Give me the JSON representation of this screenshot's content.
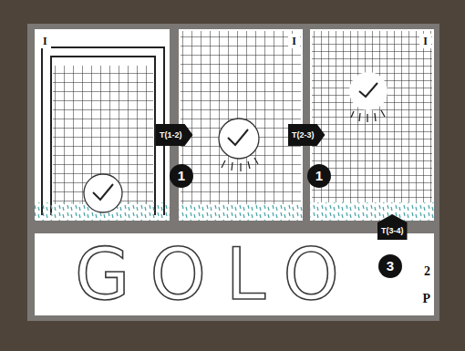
{
  "diagram": {
    "nodes": [
      {
        "text": [
          "I"
        ]
      },
      {
        "text": [
          "I"
        ]
      },
      {
        "text": [
          "I"
        ]
      },
      {
        "text": [
          "GOLO",
          "2",
          "P"
        ]
      }
    ],
    "edges": [
      {
        "from": 0,
        "to": 1,
        "arrow": "to",
        "label": "T(1-2)"
      },
      {
        "from": 1,
        "to": 2,
        "arrow": "to",
        "label": "T(2-3)"
      },
      {
        "from": 3,
        "to": 2,
        "arrow": "to",
        "label": "T(3-4)"
      }
    ],
    "labels": [
      "1",
      "1",
      "3"
    ]
  }
}
